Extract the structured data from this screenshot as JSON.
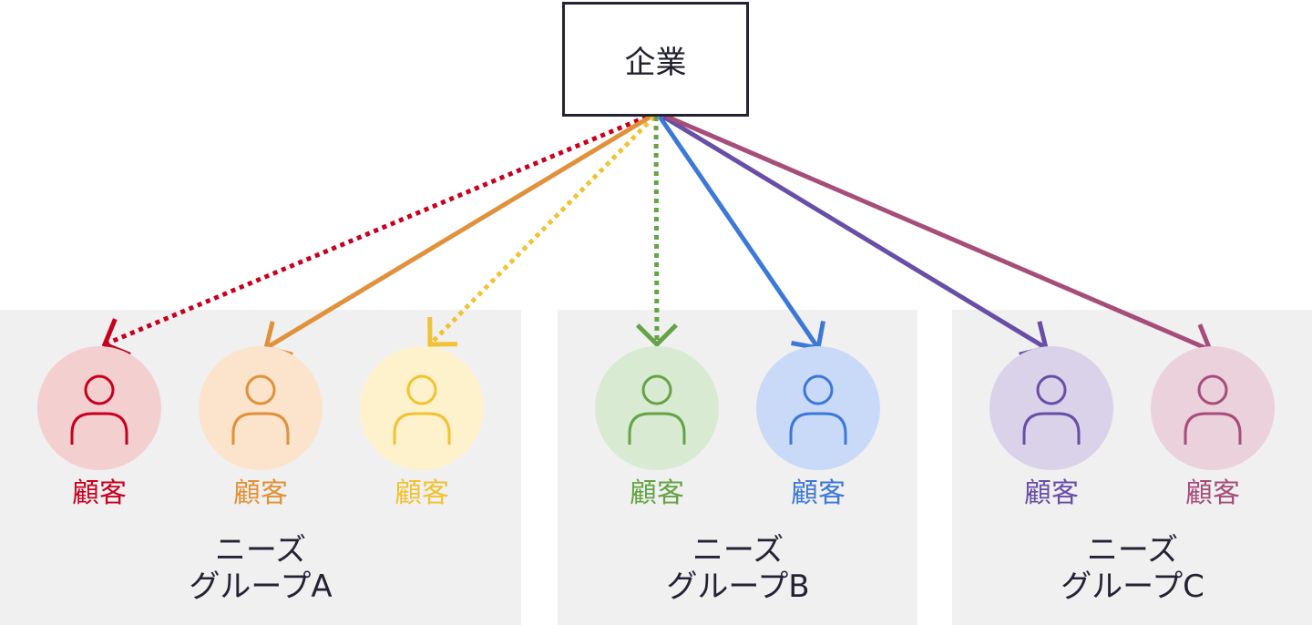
{
  "company": {
    "label": "企業"
  },
  "groups": [
    {
      "label_line1": "ニーズ",
      "label_line2": "グループA"
    },
    {
      "label_line1": "ニーズ",
      "label_line2": "グループB"
    },
    {
      "label_line1": "ニーズ",
      "label_line2": "グループC"
    }
  ],
  "customers": [
    {
      "label": "顧客",
      "color": "#c8001e",
      "fill": "#f3cfd0",
      "line_style": "dotted"
    },
    {
      "label": "顧客",
      "color": "#e0913a",
      "fill": "#fbe3cc",
      "line_style": "solid"
    },
    {
      "label": "顧客",
      "color": "#f1c232",
      "fill": "#fef2cc",
      "line_style": "dotted"
    },
    {
      "label": "顧客",
      "color": "#64a346",
      "fill": "#d9ead3",
      "line_style": "dotted"
    },
    {
      "label": "顧客",
      "color": "#3c78d8",
      "fill": "#c9daf8",
      "line_style": "solid"
    },
    {
      "label": "顧客",
      "color": "#674ea7",
      "fill": "#d9d2e9",
      "line_style": "solid"
    },
    {
      "label": "顧客",
      "color": "#a64d79",
      "fill": "#ead1dc",
      "line_style": "solid"
    }
  ],
  "icons": {
    "customer": "person-icon"
  }
}
